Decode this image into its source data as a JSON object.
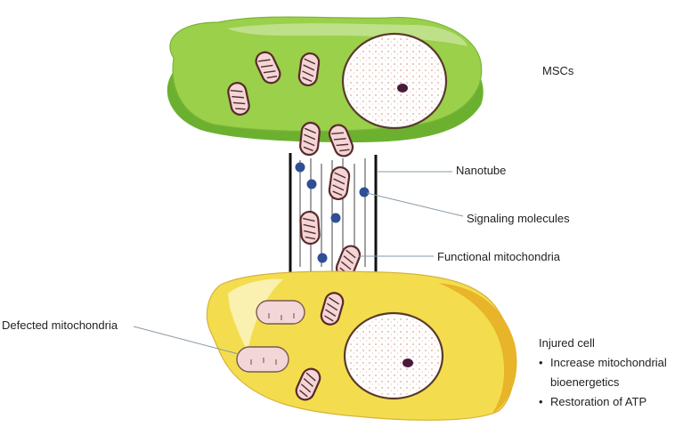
{
  "labels": {
    "mscs": "MSCs",
    "nanotube": "Nanotube",
    "signaling": "Signaling molecules",
    "functional": "Functional mitochondria",
    "defected": "Defected mitochondria"
  },
  "injured": {
    "title": "Injured cell",
    "bullet": "•",
    "items": [
      {
        "line1": "Increase mitochondrial",
        "line2": "bioenergetics"
      },
      {
        "line1": "Restoration of ATP"
      }
    ]
  },
  "colors": {
    "msc_fill": "#9ad04a",
    "msc_dark": "#6cb030",
    "injured_fill": "#f3dd4e",
    "injured_dark": "#e8b42a",
    "mito_fill": "#f2d6d8",
    "mito_stroke": "#5a2a2a",
    "signal": "#2f4f94",
    "nucleus_dots": "#e0a394"
  }
}
